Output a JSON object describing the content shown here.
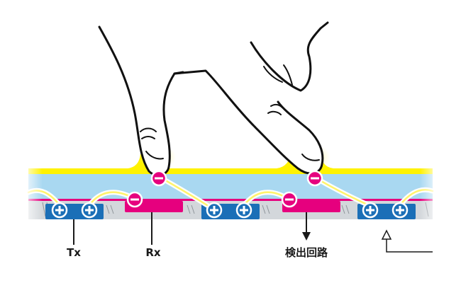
{
  "labels": {
    "tx": "Tx",
    "rx": "Rx",
    "detect": "検出回路"
  },
  "symbols": {
    "positive": "+",
    "negative": "−"
  },
  "colors": {
    "glass_yellow": "#fff200",
    "cover_blue": "#a9d8f1",
    "substrate_gray": "#d3d7db",
    "tx_electrode": "#1b6fb7",
    "rx_electrode": "#e6007e",
    "negative_charge": "#e6007e",
    "positive_charge": "#1b6fb7",
    "field_line": "#fff36b",
    "finger_outline": "#111111"
  }
}
